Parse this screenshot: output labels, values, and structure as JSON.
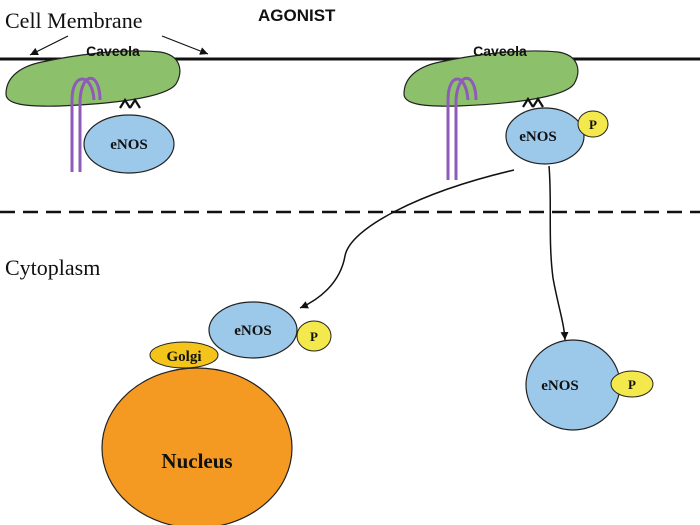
{
  "labels": {
    "cell_membrane": "Cell Membrane",
    "agonist": "AGONIST",
    "cytoplasm": "Cytoplasm"
  },
  "left_panel": {
    "caveola": "Caveola",
    "enos": "eNOS"
  },
  "right_panel": {
    "caveola": "Caveola",
    "enos": "eNOS",
    "phospho": "P"
  },
  "golgi_complex": {
    "enos": "eNOS",
    "phospho": "P",
    "golgi": "Golgi",
    "nucleus": "Nucleus"
  },
  "cytosolic": {
    "enos": "eNOS",
    "phospho": "P"
  },
  "colors": {
    "caveola_fill": "#8cc06b",
    "enos_fill": "#9cc8ea",
    "phospho_fill": "#f3e84c",
    "golgi_fill": "#f4c41a",
    "nucleus_fill": "#f49a22",
    "receptor": "#8f5bb8"
  }
}
